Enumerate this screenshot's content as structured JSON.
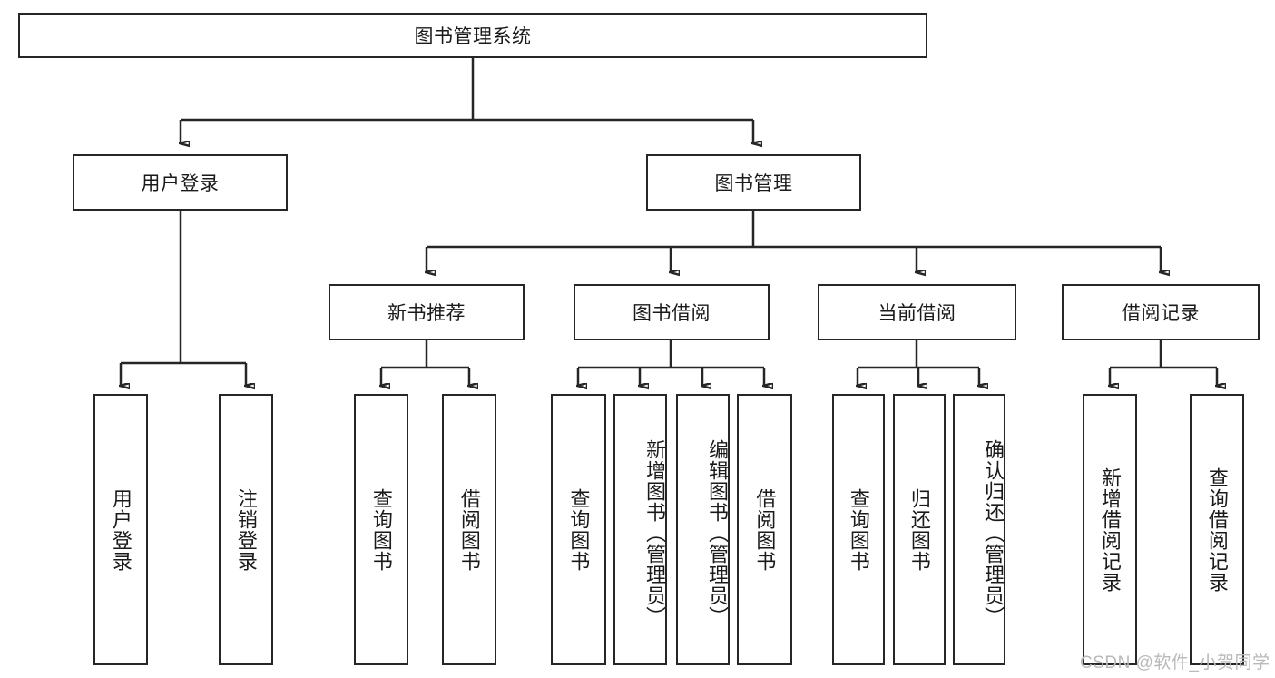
{
  "diagram": {
    "type": "tree-hierarchy",
    "title": "图书管理系统",
    "watermark": "CSDN @软件_小贺同学",
    "colors": {
      "stroke": "#262626",
      "fill": "#ffffff",
      "text": "#1a1a1a",
      "watermark": "#b9b9b9"
    },
    "nodes": {
      "root": "图书管理系统",
      "level2": [
        {
          "label": "用户登录"
        },
        {
          "label": "图书管理"
        }
      ],
      "level3": [
        {
          "label": "新书推荐"
        },
        {
          "label": "图书借阅"
        },
        {
          "label": "当前借阅"
        },
        {
          "label": "借阅记录"
        }
      ],
      "leaves_user_login": [
        {
          "label": "用户登录"
        },
        {
          "label": "注销登录"
        }
      ],
      "leaves_new_book": [
        {
          "label": "查询图书"
        },
        {
          "label": "借阅图书"
        }
      ],
      "leaves_borrow": [
        {
          "label": "查询图书"
        },
        {
          "label": "新增图书（管理员）"
        },
        {
          "label": "编辑图书（管理员）"
        },
        {
          "label": "借阅图书"
        }
      ],
      "leaves_current": [
        {
          "label": "查询图书"
        },
        {
          "label": "归还图书"
        },
        {
          "label": "确认归还（管理员）"
        }
      ],
      "leaves_record": [
        {
          "label": "新增借阅记录"
        },
        {
          "label": "查询借阅记录"
        }
      ]
    }
  }
}
